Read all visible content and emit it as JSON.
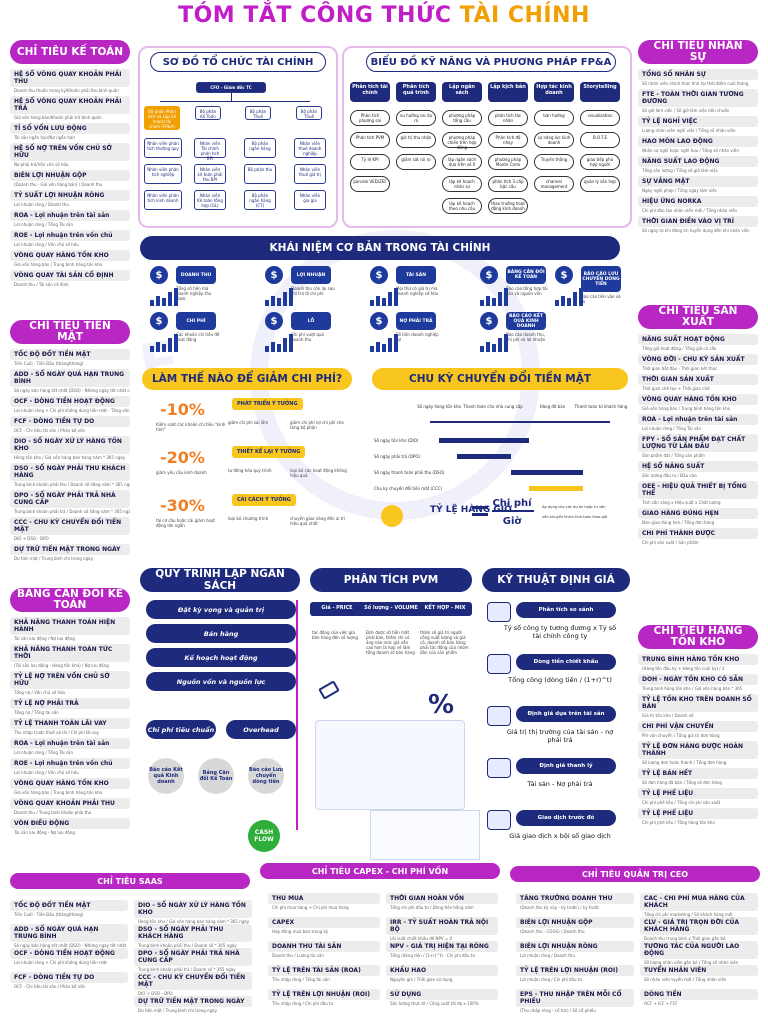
{
  "title": {
    "a": "TÓM TẮT",
    "b": "CÔNG THỨC",
    "c": "TÀI CHÍNH"
  },
  "left1": {
    "header": "CHỈ TIÊU KẾ TOÁN",
    "items": [
      {
        "n": "HỆ SỐ VÒNG QUAY KHOẢN PHẢI THU",
        "d": "Doanh thu thuần trong kỳ/Khoản phải thu bình quân"
      },
      {
        "n": "HỆ SỐ VÒNG QUAY KHOẢN PHẢI TRẢ",
        "d": "Giá vốn hàng bán/Khoản phải trả bình quân"
      },
      {
        "n": "TỈ SỐ VỐN LƯU ĐỘNG",
        "d": "Tài sản ngắn hạn/Nợ ngắn hạn"
      },
      {
        "n": "HỆ SỐ NỢ TRÊN VỐN CHỦ SỞ HỮU",
        "d": "Nợ phải trả/Vốn chủ sở hữu"
      },
      {
        "n": "BIÊN LỢI NHUẬN GỘP",
        "d": "(Doanh thu - Giá vốn hàng bán) / Doanh thu"
      },
      {
        "n": "TỶ SUẤT LỢI NHUẬN RÒNG",
        "d": "Lợi nhuận ròng / Doanh thu"
      },
      {
        "n": "ROA - Lợi nhuận trên tài sản",
        "d": "Lợi nhuận ròng / Tổng Tài sản"
      },
      {
        "n": "ROE - Lợi nhuận trên vốn chủ",
        "d": "Lợi nhuận ròng / Vốn chủ sở hữu"
      },
      {
        "n": "VÒNG QUAY HÀNG TỒN KHO",
        "d": "Giá vốn hàng bán / Trung bình hàng tồn kho"
      },
      {
        "n": "VÒNG QUAY TÀI SẢN CỐ ĐỊNH",
        "d": "Doanh thu / Tài sản cố định"
      }
    ]
  },
  "left2": {
    "header": "CHỈ TIÊU TIỀN MẶT",
    "items": [
      {
        "n": "TỐC ĐỘ ĐỐT TIỀN MẶT",
        "d": "Tiền Cuối - Tiền Đầu (tháng/tháng)"
      },
      {
        "n": "ADD - SỐ NGÀY QUÁ HẠN TRUNG BÌNH",
        "d": "Số ngày bán hàng tốt nhất (DSO) - Những ngày tốt nhất có thể của doanh nghiệp (BPDSO)"
      },
      {
        "n": "OCF - DÒNG TIỀN HOẠT ĐỘNG",
        "d": "Lợi nhuận ròng + Chi phí không dùng tiền mặt - Tăng vốn lưu động"
      },
      {
        "n": "FCF - DÒNG TIỀN TỰ DO",
        "d": "OCF - Chi tiêu tài sản / Phân bổ vốn"
      },
      {
        "n": "DIO - SỐ NGÀY XỬ LÝ HÀNG TỒN KHO",
        "d": "Hàng tồn kho / Giá vốn hàng bán hàng năm * 365 ngày"
      },
      {
        "n": "DSO - SỐ NGÀY PHẢI THU KHÁCH HÀNG",
        "d": "Trung bình khoản phải thu / Doanh số hằng năm * 365 ngày"
      },
      {
        "n": "DPO - SỐ NGÀY PHẢI TRẢ NHÀ CUNG CẤP",
        "d": "Trung bình khoản phải trả / Doanh số hằng năm * 365 ngày"
      },
      {
        "n": "CCC - CHU KỲ CHUYỂN ĐỔI TIỀN MẶT",
        "d": "DIO + DSO - DPO"
      },
      {
        "n": "DỰ TRỮ TIỀN MẶT TRONG NGÀY",
        "d": "Dư tiền mặt / Trung bình chi trong ngày"
      }
    ]
  },
  "left3": {
    "header": "BẢNG CÂN ĐỐI KẾ TOÁN",
    "items": [
      {
        "n": "KHẢ NĂNG THANH TOÁN HIỆN HÀNH",
        "d": "Tài sản lưu động / Nợ lưu động"
      },
      {
        "n": "KHẢ NĂNG THANH TOÁN TỨC THỜI",
        "d": "(Tài sản lưu động - Hàng tồn kho) / Nợ lưu động"
      },
      {
        "n": "TỶ LỆ NỢ TRÊN VỐN CHỦ SỞ HỮU",
        "d": "Tổng nợ / Vốn chủ sở hữu"
      },
      {
        "n": "TỶ LỆ NỢ PHẢI TRẢ",
        "d": "Tổng nợ / Tổng tài sản"
      },
      {
        "n": "TỶ LỆ THANH TOÁN LÃI VAY",
        "d": "Thu nhập trước thuế và lãi / Chi phí lãi vay"
      },
      {
        "n": "ROA - Lợi nhuận trên tài sản",
        "d": "Lợi nhuận ròng / Tổng Tài sản"
      },
      {
        "n": "ROE - Lợi nhuận trên vốn chủ",
        "d": "Lợi nhuận ròng / Vốn chủ sở hữu"
      },
      {
        "n": "VÒNG QUAY HÀNG TỒN KHO",
        "d": "Giá vốn hàng bán / Trung bình hàng tồn kho"
      },
      {
        "n": "VÒNG QUAY KHOẢN PHẢI THU",
        "d": "Doanh thu / Trung bình khoản phải thu"
      },
      {
        "n": "VÒN ĐIỀU ĐỘNG",
        "d": "Tài sản lưu động - Nợ lưu động"
      }
    ]
  },
  "right1": {
    "header": "CHỈ TIÊU NHÂN SỰ",
    "items": [
      {
        "n": "TỔNG SỐ NHÂN SỰ",
        "d": "Số nhân viên chính thức tính tại thời điểm cuối tháng"
      },
      {
        "n": "FTE - TOÀN THỜI GIAN TƯƠNG ĐƯƠNG",
        "d": "Số giờ làm việc / Số giờ làm việc tiêu chuẩn"
      },
      {
        "n": "TỶ LỆ NGHỈ VIỆC",
        "d": "Lượng nhân viên nghỉ việc / Tổng số nhân viên"
      },
      {
        "n": "HAO MÒN LAO ĐỘNG",
        "d": "Nhân sự nghỉ hoặc nghỉ hưu / Tổng số nhân viên"
      },
      {
        "n": "NĂNG SUẤT LAO ĐỘNG",
        "d": "Tổng sản lượng / Tổng số giờ làm việc"
      },
      {
        "n": "SỰ VẮNG MẶT",
        "d": "Ngày nghỉ phép / Tổng ngày làm việc"
      },
      {
        "n": "HIỆU ỨNG NORKA",
        "d": "Chi phí đào tạo nhân viên mới / Tổng nhân viên"
      },
      {
        "n": "THỜI GIAN ĐIỀN VÀO VỊ TRÍ",
        "d": "Số ngày từ khi đăng tin tuyển dụng đến khi nhận việc"
      }
    ]
  },
  "right2": {
    "header": "CHỈ TIÊU SẢN XUẤT",
    "items": [
      {
        "n": "NĂNG SUẤT HOẠT ĐỘNG",
        "d": "Tổng giờ hoạt động / Tổng giờ có sẵn"
      },
      {
        "n": "VÒNG ĐỜI - CHU KỲ SẢN XUẤT",
        "d": "Thời gian bắt đầu - Thời gian kết thúc"
      },
      {
        "n": "THỜI GIAN SẢN XUẤT",
        "d": "Thời gian chế tạo + Thời gian chờ"
      },
      {
        "n": "VÒNG QUAY HÀNG TỒN KHO",
        "d": "Giá vốn hàng bán / Trung bình hàng tồn kho"
      },
      {
        "n": "ROA - Lợi nhuận trên tài sản",
        "d": "Lợi nhuận ròng / Tổng Tài sản"
      },
      {
        "n": "FPY - SỐ SẢN PHẨM ĐẠT CHẤT LƯỢNG TỪ LẦN ĐẦU",
        "d": "Sản phẩm đạt / Tổng sản phẩm"
      },
      {
        "n": "HỆ SỐ NĂNG SUẤT",
        "d": "Sản lượng đầu ra / Đầu vào"
      },
      {
        "n": "OEE - HIỆU QUẢ THIẾT BỊ TỔNG THỂ",
        "d": "Tính sẵn sàng x Hiệu suất x Chất lượng"
      },
      {
        "n": "GIAO HÀNG ĐÚNG HẸN",
        "d": "Đơn giao đúng hẹn / Tổng đơn hàng"
      },
      {
        "n": "CHI PHÍ THÀNH ĐƯỢC",
        "d": "Chi phí sản xuất / Sản phẩm"
      }
    ]
  },
  "right3": {
    "header": "CHỈ TIÊU HÀNG TỒN KHO",
    "items": [
      {
        "n": "TRUNG BÌNH HÀNG TỒN KHO",
        "d": "(Hàng tồn đầu kỳ + Hàng tồn cuối kỳ) / 2"
      },
      {
        "n": "DOH - NGÀY TỒN KHO CÓ SẴN",
        "d": "Trung bình hàng tồn kho / Giá vốn hàng bán * 365"
      },
      {
        "n": "TỶ LỆ TỒN KHO TRÊN DOANH SỐ BÁN",
        "d": "Giá trị tồn kho / Doanh số"
      },
      {
        "n": "CHI PHÍ VẬN CHUYỂN",
        "d": "Phí vận chuyển / Tổng giá trị đơn hàng"
      },
      {
        "n": "TỶ LỆ ĐƠN HÀNG ĐƯỢC HOÀN THÀNH",
        "d": "Số lượng đơn hoàn thành / Tổng đơn hàng"
      },
      {
        "n": "TỶ LỆ BÁN HẾT",
        "d": "Số đơn hàng đã bán / Tổng số đơn hàng"
      },
      {
        "n": "TỶ LỆ PHẾ LIỆU",
        "d": "Chi phí phế liệu / Tổng chi phí sản xuất"
      },
      {
        "n": "TỶ LỆ PHẾ LIỆU",
        "d": "Chi phí phế liệu / Tổng hàng tồn kho"
      }
    ]
  },
  "org": {
    "header": "SƠ ĐỒ TỔ CHỨC TÀI CHÍNH",
    "top": "CFO - Giám đốc TC",
    "side": "Bộ phận Phân tích và Lập kế hoạch tài chính (FP&A)",
    "depts": [
      "Bộ phận Kế Toán",
      "Bộ phận Thuế",
      "Bộ phận Thuế"
    ],
    "left": [
      "Nhân viên phân tích thường quy",
      "Nhân viên phân tích nghiệp",
      "Nhân viên phân tích kinh doanh"
    ],
    "c1": [
      "Nhân viên Tài chính phân tích BPI",
      "Nhân viên kế toán phải thu BPI",
      "Nhân viên Kế toán tổng hợp (GL)"
    ],
    "c2": [
      "Bộ phận ngân hàng",
      "Bộ phận thu",
      "Bộ phận ngân hàng (CT)"
    ],
    "c3": [
      "Nhân viên thuế doanh nghiệp",
      "Nhân viên thuế giá trị",
      "Nhân viên gia gia"
    ]
  },
  "skills": {
    "header": "BIỂU ĐỒ KỸ NĂNG VÀ PHƯƠNG PHÁP FP&A",
    "cols": [
      "Phân tích tài chính",
      "Phân tích quá trình",
      "Lập ngân sách",
      "Lập kịch bản",
      "Hợp tác kinh doanh",
      "Storytelling"
    ],
    "c0": [
      "Phân tích phương sai",
      "Phân tích PVM",
      "Tỷ lệ KPI",
      "parcelo VED/ZEF"
    ],
    "c1": [
      "xu hướng sai dự ra",
      "giá trị thu nhận",
      "giảm sát rủi ro"
    ],
    "c2": [
      "phương pháp tổng cấu",
      "phương pháp chiến trên hợp đồng",
      "lập ngân sách dựa trên số 0",
      "lập kế hoạch nhân sự",
      "lập kế hoạch theo nhu cầu"
    ],
    "c3": [
      "phân tích tác nhân",
      "Phân tích độ nhạy",
      "phương pháp Monte Carlo",
      "phân tích 3 cấp bậc cấu",
      "thao trưởng hoạt động kinh doanh"
    ],
    "c4": [
      "bán hướng",
      "sự năng lực kinh doanh",
      "Truyền thông",
      "channel management"
    ],
    "c5": [
      "visualization",
      "B.O.T.E",
      "giao tiếp phù hợp người",
      "quản lý sản hợp"
    ]
  },
  "kn": {
    "header": "KHÁI NIỆM CƠ BẢN TRONG TÀI CHÍNH",
    "items": [
      {
        "t": "DOANH THU",
        "d": "Tổng số tiền mà doanh nghiệp thu được"
      },
      {
        "t": "LỢI NHUẬN",
        "d": "Doanh thu còn lại sau khi trừ đi chi phí"
      },
      {
        "t": "TÀI SẢN",
        "d": "Mọi thứ có giá trị mà doanh nghiệp sở hữu"
      },
      {
        "t": "BẢNG CÂN ĐỐI KẾ TOÁN",
        "d": "Báo cáo tổng hợp tài sản và nguồn vốn"
      },
      {
        "t": "BÁO CÁO LƯU CHUYỂN DÒNG TIỀN",
        "d": "Báo cáo tiền vào và ra"
      },
      {
        "t": "CHI PHÍ",
        "d": "Các khoản chi tiêu để hoạt động"
      },
      {
        "t": "LỖ",
        "d": "Chi phí vượt quá doanh thu"
      },
      {
        "t": "NỢ PHẢI TRẢ",
        "d": "Số tiền doanh nghiệp nợ"
      },
      {
        "t": "BÁO CÁO KẾT QUẢ KINH DOANH",
        "d": "Báo cáo doanh thu, chi phí và lợi nhuận"
      }
    ]
  },
  "cost": {
    "header": "LÀM THẾ NÀO ĐỂ GIẢM CHI PHÍ?",
    "rows": [
      {
        "pct": "-10%",
        "btn": "PHÁT TRIỂN Ý TƯỞNG",
        "l": "Kiểm soát các khoản chi tiêu \"kinh tính\"",
        "m": "giảm chi phí sai lầm",
        "r": "giảm chi phí nợ chi phí cho từng bộ phận"
      },
      {
        "pct": "-20%",
        "btn": "THIẾT KẾ LẠI Ý TƯỞNG",
        "l": "giảm yêu cầu kinh doanh",
        "m": "tự động hóa quy trình",
        "r": "loại bỏ các hoạt động không hiệu quả"
      },
      {
        "pct": "-30%",
        "btn": "CẢI CÁCH Ý TƯỞNG",
        "l": "tái cơ cấu hoặc cải giám hoạt động lớn ngắn",
        "m": "loại bỏ chương trình",
        "r": "chuyển giao năng đến ai trì hiệu quả nhất"
      }
    ]
  },
  "ccc": {
    "header": "CHU KỲ CHUYỂN ĐỔI TIỀN MẶT",
    "labels": [
      "Số ngày hàng tồn kho",
      "Thanh toán cho nhà cung cấp",
      "Hàng đã bán",
      "Thanh toán từ khách hàng"
    ],
    "rows": [
      "Số ngày tồn kho (DIO)",
      "Số ngày phải trả (DPO)",
      "Số ngày thanh toán phải thu (DSO)",
      "Chu kỳ chuyển đổi tiền mặt (CCC)"
    ],
    "vals": [
      [
        0.05,
        0.55
      ],
      [
        0.15,
        0.45
      ],
      [
        0.45,
        0.85
      ],
      [
        0.55,
        0.85
      ]
    ],
    "rate_l": "TỶ LỆ HÀNG GIỜ",
    "rate_num": "Chi phí",
    "rate_den": "Giờ",
    "note1": "Áp dụng cho các dự án hoặc tư vấn",
    "note2": "nên khuyến khích tính toán theo giờ"
  },
  "budget": {
    "header": "QUY TRÌNH LẬP NGÂN SÁCH",
    "steps": [
      "Đặt kỳ vọng và quản trị",
      "Bán hàng",
      "Kế hoạch hoạt động",
      "Nguồn vốn và nguồn lực"
    ],
    "last": [
      "Chi phí tiêu chuẩn",
      "Overhead"
    ],
    "circles": [
      "Báo cáo Kết quả Kinh doanh",
      "Bảng Cân đối Kế Toán",
      "Báo cáo Lưu chuyển dòng tiền"
    ],
    "cash": "CASH FLOW"
  },
  "pvm": {
    "header": "PHÂN TÍCH PVM",
    "cols": [
      "Giá - PRICE",
      "Số lượng - VOLUME",
      "KẾT HỢP - MIX"
    ],
    "d": [
      "tác động của việc giá bán hàng đến số lượng",
      "Đơn được số tiền mất phải bán, thấm chỉ có ảng nào mức giá vẫn cao hơn là hợp về lâm tổng doanh số bán hàng",
      "thám số giá tri người công suất lượng và giá cả, doanh số bán hàng phải tác động của nhóm dân của sản phẩm"
    ]
  },
  "val": {
    "header": "KỸ THUẬT ĐỊNH GIÁ",
    "items": [
      {
        "b": "Phân tích so sánh",
        "t": "Tỷ số công ty tương đương x Tỷ số tài chính công ty"
      },
      {
        "b": "Dòng tiền chiết khấu",
        "t": "Tổng công (dòng tiền / (1+r)^t)"
      },
      {
        "b": "Định giá dựa trên tài sản",
        "t": "Giá trị thị trường của tài sản - nợ phải trả"
      },
      {
        "b": "Định giá thanh lý",
        "t": "Tài sản - Nợ phải trả"
      },
      {
        "b": "Giao dịch trước đó",
        "t": "Giá giao dịch x bội số giao dịch"
      }
    ]
  },
  "saas": {
    "header": "CHỈ TIÊU SAAS",
    "a": [
      {
        "n": "TỐC ĐỘ ĐỐT TIỀN MẶT",
        "d": "Tiền Cuối - Tiền Đầu (tháng/tháng)"
      },
      {
        "n": "ADD - SỐ NGÀY QUÁ HẠN TRUNG BÌNH",
        "d": "Số ngày bán hàng tốt nhất (DSO) - Những ngày tốt nhất"
      },
      {
        "n": "OCF - DÒNG TIỀN HOẠT ĐỘNG",
        "d": "Lợi nhuận ròng + Chi phí không dùng tiền mặt"
      },
      {
        "n": "FCF - DÒNG TIỀN TỰ DO",
        "d": "OCF - Chi tiêu tài sản / Phân bổ vốn"
      }
    ],
    "b": [
      {
        "n": "DIO - SỐ NGÀY XỬ LÝ HÀNG TỒN KHO",
        "d": "Hàng tồn kho / Giá vốn hàng bán hàng năm * 365 ngày"
      },
      {
        "n": "DSO - SỐ NGÀY PHẢI THU KHÁCH HÀNG",
        "d": "Trung bình khoản phải thu / Doanh số * 365 ngày"
      },
      {
        "n": "DPO - SỐ NGÀY PHẢI TRẢ NHÀ CUNG CẤP",
        "d": "Trung bình khoản phải trả / Doanh số * 365 ngày"
      },
      {
        "n": "CCC - CHU KỲ CHUYỂN ĐỔI TIỀN MẶT",
        "d": "DIO + DSO - DPO"
      },
      {
        "n": "DỰ TRỮ TIỀN MẶT TRONG NGÀY",
        "d": "Dư tiền mặt / Trung bình chi trong ngày"
      }
    ]
  },
  "capex": {
    "header": "CHỈ TIÊU CAPEX - CHI PHÍ VỐN",
    "a": [
      {
        "n": "THU MUA",
        "d": "Chi phí mua hàng + Chi phí mua hàng"
      },
      {
        "n": "CAPEX",
        "d": "Hợp đồng mua bán trong kỳ"
      },
      {
        "n": "DOANH THU TÀI SẢN",
        "d": "Doanh thu / Lượng tài sản"
      },
      {
        "n": "TỶ LỆ TRÊN TÀI SẢN (ROA)",
        "d": "Thu nhập ròng / Tổng tài sản"
      },
      {
        "n": "TỶ LỆ TRÊN LỢI NHUẬN (ROI)",
        "d": "Thu nhập ròng / Chi phí đầu tư"
      }
    ],
    "b": [
      {
        "n": "THỜI GIAN HOÀN VỐN",
        "d": "Tổng chi phí đầu tư / Dòng tiền hằng năm"
      },
      {
        "n": "IRR - TỶ SUẤT HOÀN TRẢ NỘI BỘ",
        "d": "Lãi suất chiết khấu để NPV = 0"
      },
      {
        "n": "NPV - GIÁ TRỊ HIỆN TẠI RÒNG",
        "d": "Tổng (dòng tiền / (1+r)^t) - Chi phí đầu tư"
      },
      {
        "n": "KHẤU HAO",
        "d": "Nguyên giá / Thời gian sử dụng"
      },
      {
        "n": "SỬ DỤNG",
        "d": "Sản lượng thực tế / Công suất tối đa x 100%"
      }
    ]
  },
  "ceo": {
    "header": "CHỈ TIÊU QUẢN TRỊ CEO",
    "a": [
      {
        "n": "TĂNG TRƯỞNG DOANH THU",
        "d": "(Doanh thu kỳ này - kỳ trước) / kỳ trước"
      },
      {
        "n": "BIÊN LỢI NHUẬN GỘP",
        "d": "(Doanh thu - COGS) / Doanh thu"
      },
      {
        "n": "BIÊN LỢI NHUẬN RÒNG",
        "d": "Lợi nhuận ròng / Doanh thu"
      },
      {
        "n": "TỶ LỆ TRÊN LỢI NHUẬN (ROI)",
        "d": "Lợi nhuận ròng / Chi phí đầu tư"
      },
      {
        "n": "EPS - THU NHẬP TRÊN MỖI CỔ PHIẾU",
        "d": "(Thu nhập ròng - cổ tức) / Số cổ phiếu"
      }
    ],
    "b": [
      {
        "n": "CAC - CHI PHÍ MUA HÀNG CỦA KHÁCH",
        "d": "Tổng chi phí marketing / Số khách hàng mới"
      },
      {
        "n": "CLV - GIÁ TRỊ TRỌN ĐỜI CỦA KHÁCH HÀNG",
        "d": "Doanh thu trung bình x Thời gian gắn bó"
      },
      {
        "n": "TƯƠNG TÁC CỦA NGƯỜI LAO ĐỘNG",
        "d": "Số lượng nhân viên gắn bó / Tổng số nhân viên"
      },
      {
        "n": "TUYỂN NHÂN VIÊN",
        "d": "Số nhân viên tuyển mới / Tổng nhân viên"
      },
      {
        "n": "DÒNG TIỀN",
        "d": "OCF + ICF + FCF"
      }
    ]
  }
}
